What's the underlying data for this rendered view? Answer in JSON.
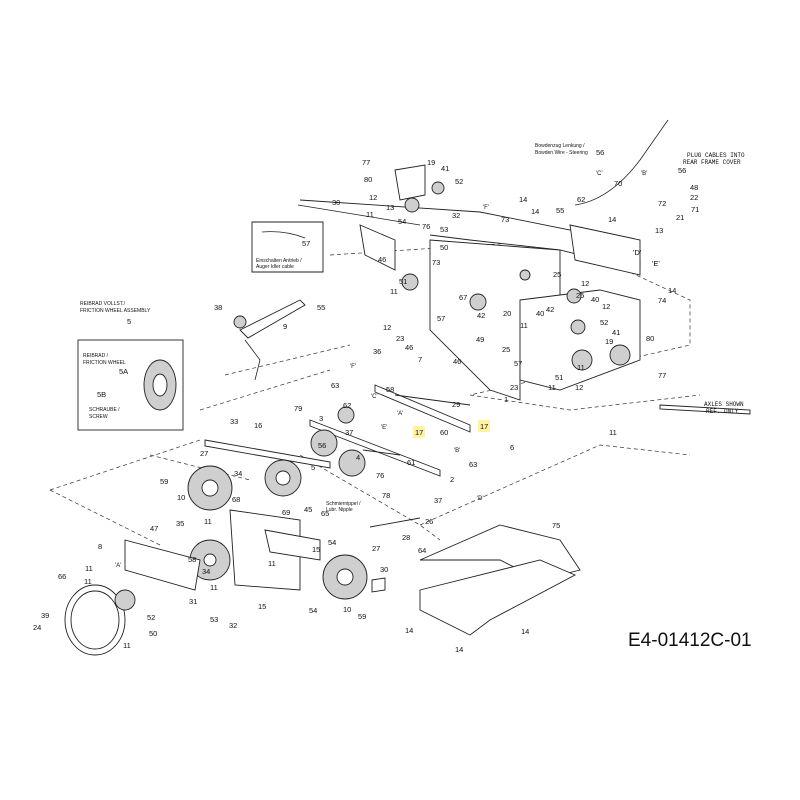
{
  "document_id": "E4-01412C-01",
  "notes": {
    "bowden_line1": "Bowdenzug Lenkung /",
    "bowden_line2": "Bowden Wire - Steering",
    "plug_line1": "PLUG CABLES INTO",
    "plug_line2": "REAR FRAME COVER",
    "axles_line1": "AXLES SHOWN",
    "axles_line2": "REF. ONLY",
    "friction_line1": "REIBRAD VOLLST./",
    "friction_line2": "FRICTION WHEEL ASSEMBLY",
    "friction_inner_line1": "REIBRAD /",
    "friction_inner_line2": "FRICTION WHEEL",
    "screw_line1": "SCHRAUBE /",
    "screw_line2": "SCREW",
    "auger_line1": "Einschalten Antrieb /",
    "auger_line2": "Auger Idler cable",
    "lube_line1": "Schmiernippel /",
    "lube_line2": "Lubr. Nipple"
  },
  "ref_letters": [
    "'A'",
    "'B'",
    "'C'",
    "'D'",
    "'E'",
    "'F'"
  ],
  "highlighted_parts": [
    "17"
  ]
}
